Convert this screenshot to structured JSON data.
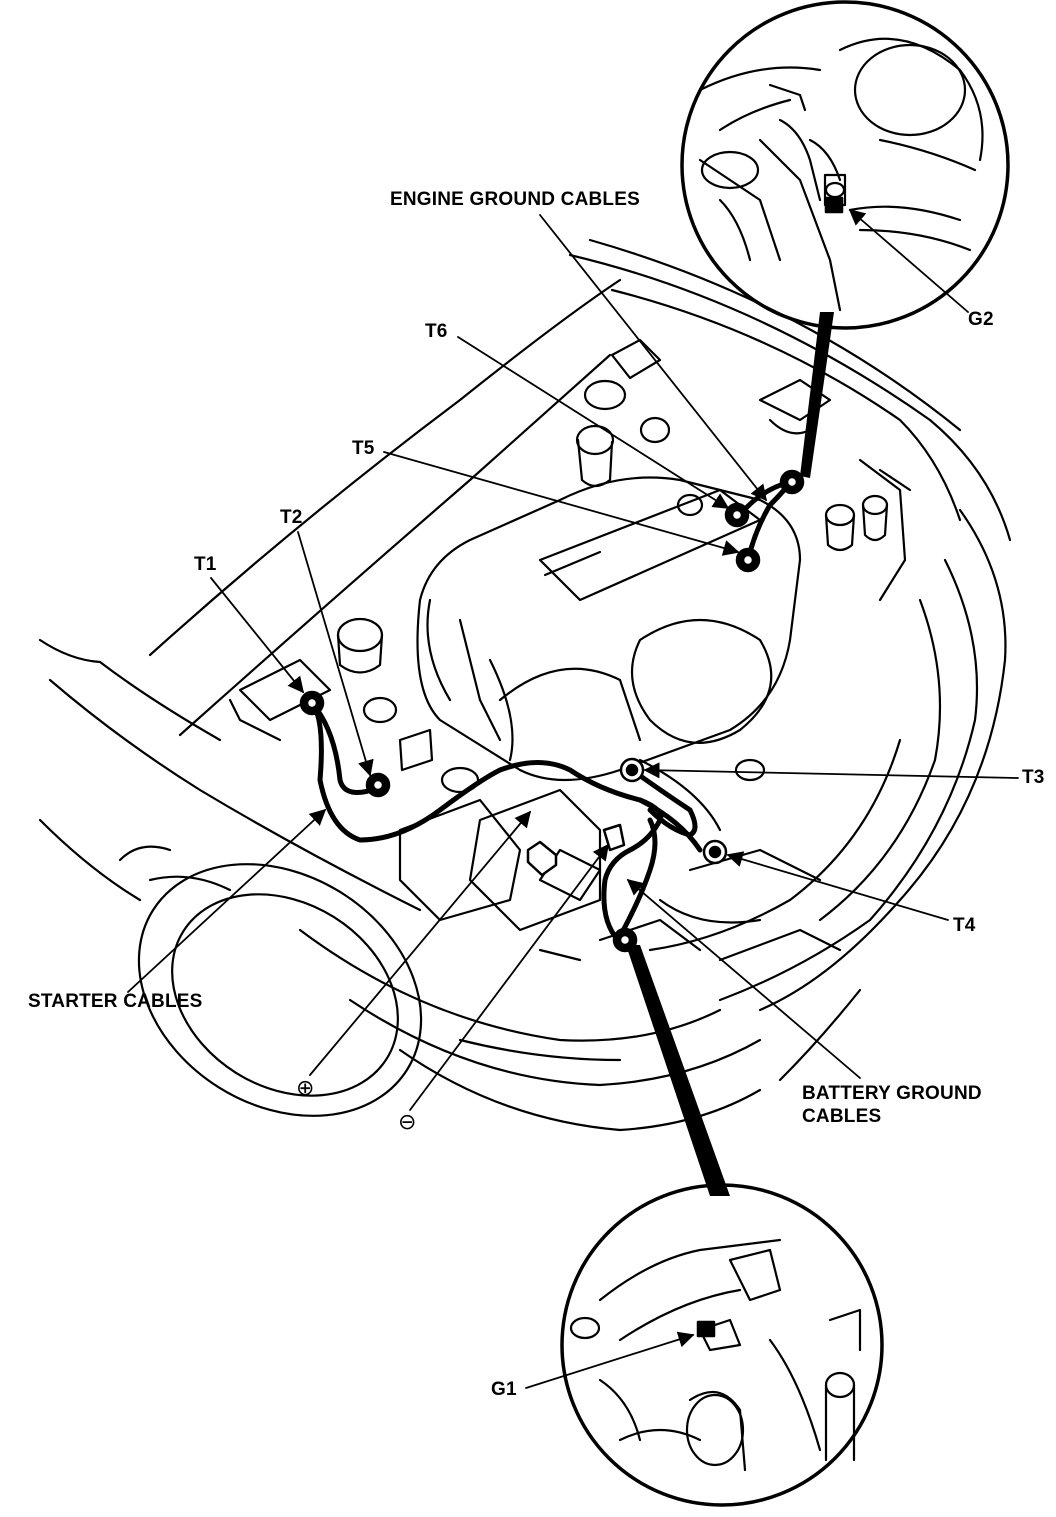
{
  "labels": {
    "engine_ground_cables": "ENGINE GROUND CABLES",
    "g2": "G2",
    "t6": "T6",
    "t5": "T5",
    "t2": "T2",
    "t1": "T1",
    "t3": "T3",
    "t4": "T4",
    "starter_cables": "STARTER CABLES",
    "positive": "⊕",
    "negative": "⊖",
    "battery_ground_cables_line1": "BATTERY GROUND",
    "battery_ground_cables_line2": "CABLES",
    "g1": "G1"
  },
  "colors": {
    "line": "#000000",
    "background": "#ffffff"
  }
}
